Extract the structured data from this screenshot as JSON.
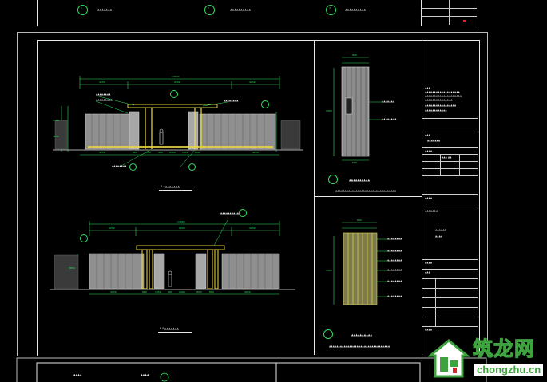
{
  "drawings": {
    "top_strip": {
      "labels": [
        "▲▲▲▲▲▲▲",
        "▲▲▲▲▲▲▲▲▲▲",
        "▲▲▲▲▲▲▲▲▲▲"
      ],
      "numbers": [
        "1",
        "2",
        "3"
      ]
    },
    "elevation_1": {
      "title": "A-A▲▲▲▲▲▲▲",
      "overall": "17600",
      "dims_top": [
        "4250",
        "9200",
        "4250"
      ],
      "dims_side": [
        "2700",
        "3850"
      ],
      "dims_bottom": [
        "4250",
        "800",
        "1850",
        "400",
        "2400",
        "1850",
        "800",
        "4250"
      ],
      "leaders": [
        "▲▲▲▲▲▲▲▲",
        "▲▲▲▲▲▲▲▲▲",
        "▲▲▲▲▲▲▲▲",
        "▲▲▲▲▲▲▲▲"
      ]
    },
    "elevation_2": {
      "title": "B-B▲▲▲▲▲▲▲",
      "overall": "17600",
      "dims_top": [
        "4250",
        "9200",
        "4250"
      ],
      "dims_side": [
        "3850"
      ],
      "dims_bottom": [
        "4250",
        "800",
        "1850",
        "400",
        "2400",
        "1850",
        "800",
        "4250"
      ],
      "leaders": [
        "▲▲▲▲▲▲▲▲▲▲"
      ]
    },
    "detail_1": {
      "dims_top": [
        "800"
      ],
      "dims_side": [
        "3400"
      ],
      "dims_bottom": [
        "650"
      ],
      "caption": "▲▲▲▲▲▲▲▲▲▲▲▲▲▲▲▲▲▲▲▲▲▲▲▲▲▲▲▲▲▲▲▲▲",
      "title": "▲▲▲▲▲▲▲▲▲▲",
      "leaders": [
        "▲▲▲▲▲▲▲",
        "▲▲▲▲▲▲▲▲"
      ]
    },
    "detail_2": {
      "dims_top": [
        "800"
      ],
      "dims_side": [
        "3400"
      ],
      "caption": "▲▲▲▲▲▲▲▲▲▲▲▲▲▲▲▲▲▲▲▲▲▲▲▲▲▲▲▲▲▲▲▲▲",
      "title": "▲▲▲▲▲▲▲▲▲▲",
      "leaders": [
        "▲▲▲▲▲▲▲▲",
        "▲▲▲▲▲▲▲▲",
        "▲▲▲▲▲▲▲▲",
        "▲▲▲▲▲▲▲▲",
        "▲▲▲▲▲▲▲▲",
        "▲▲▲▲▲▲▲▲"
      ]
    },
    "bottom_strip": {
      "labels": [
        "▲▲▲▲",
        "▲▲▲▲"
      ]
    }
  },
  "title_block": {
    "notes": [
      "▲▲▲",
      "▲▲▲▲▲▲▲▲▲▲▲▲▲▲▲▲▲▲▲",
      "▲▲▲▲▲▲▲▲▲▲▲▲▲▲▲▲▲▲▲▲",
      "▲▲▲▲▲▲▲▲▲▲▲▲▲▲▲",
      "▲▲▲▲▲▲▲▲▲▲▲▲▲▲▲▲▲",
      "▲▲▲▲▲▲▲▲▲▲▲▲"
    ],
    "rows": [
      "▲▲▲",
      "▲▲▲▲▲▲▲",
      "▲▲▲▲",
      "▲▲▲ ▲▲",
      "▲▲▲▲",
      "▲▲▲▲▲▲▲",
      "▲▲▲▲▲▲",
      "▲▲▲▲",
      "▲▲▲▲",
      "▲▲▲",
      "▲▲▲▲"
    ]
  },
  "watermark": {
    "chinese": "筑龙网",
    "url": "chongzhu.cn"
  },
  "colors": {
    "background": "#000000",
    "frame": "#e6e6e6",
    "dimension": "#30e060",
    "wall": "#9a9a9a",
    "column": "#f0e040",
    "watermark_green": "#3ea33e",
    "watermark_red": "#d62828"
  }
}
